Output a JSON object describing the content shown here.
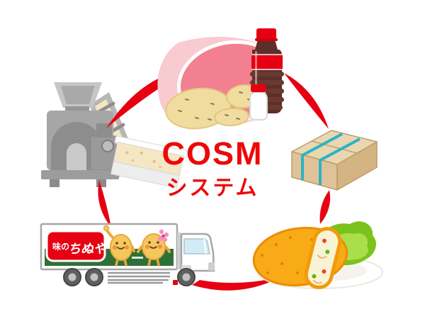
{
  "center": {
    "title": "COSM",
    "subtitle": "システム",
    "text_color": "#ee0808"
  },
  "truck": {
    "logo_prefix": "味の",
    "logo_name": "ちぬや",
    "logo_bg": "#e60012"
  },
  "cycle": {
    "arc_color": "#e60012",
    "segment_count": 5
  },
  "icons": [
    {
      "name": "raw-ingredients-icon",
      "position": "top"
    },
    {
      "name": "shipping-box-icon",
      "position": "right"
    },
    {
      "name": "croquette-dish-icon",
      "position": "bottom-right"
    },
    {
      "name": "delivery-truck-icon",
      "position": "bottom-left"
    },
    {
      "name": "processing-machine-icon",
      "position": "left"
    }
  ],
  "colors": {
    "cycle_red": "#e60012",
    "meat_pink": "#f28091",
    "meat_fat_pink": "#f8cbd1",
    "potato_beige": "#f1dc9f",
    "soy_bottle_brown": "#5e2f2a",
    "box_tan": "#dfc297",
    "strap_cyan": "#2cb3c4",
    "croquette_orange": "#f8ab16",
    "lettuce_green": "#7cc21c",
    "grass_green": "#2f7038",
    "machine_gray": "#a6a6a6",
    "mascot_gold": "#f6c75c"
  }
}
